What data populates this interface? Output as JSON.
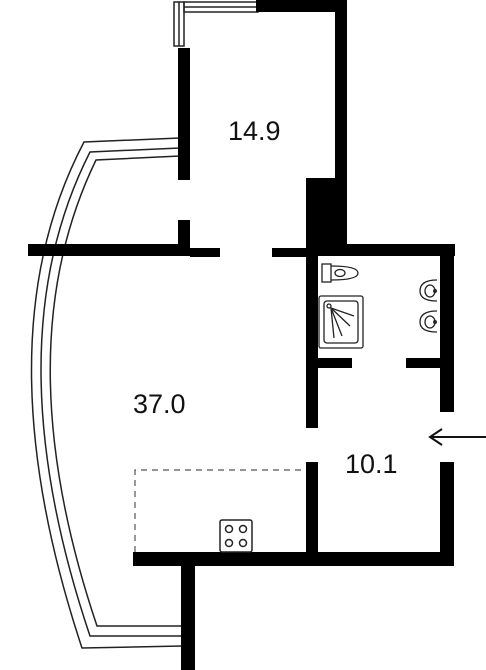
{
  "rooms": {
    "room_a": {
      "area": "14.9"
    },
    "room_b": {
      "area": "37.0"
    },
    "room_c": {
      "area": "10.1"
    }
  },
  "colors": {
    "wall": "#000000",
    "line": "#222222",
    "background": "#ffffff",
    "dash": "#555555"
  },
  "icons": [
    "toilet-icon",
    "shower-icon",
    "sink-icon",
    "stove-icon",
    "entrance-arrow-icon",
    "window-icon",
    "balcony-icon"
  ]
}
